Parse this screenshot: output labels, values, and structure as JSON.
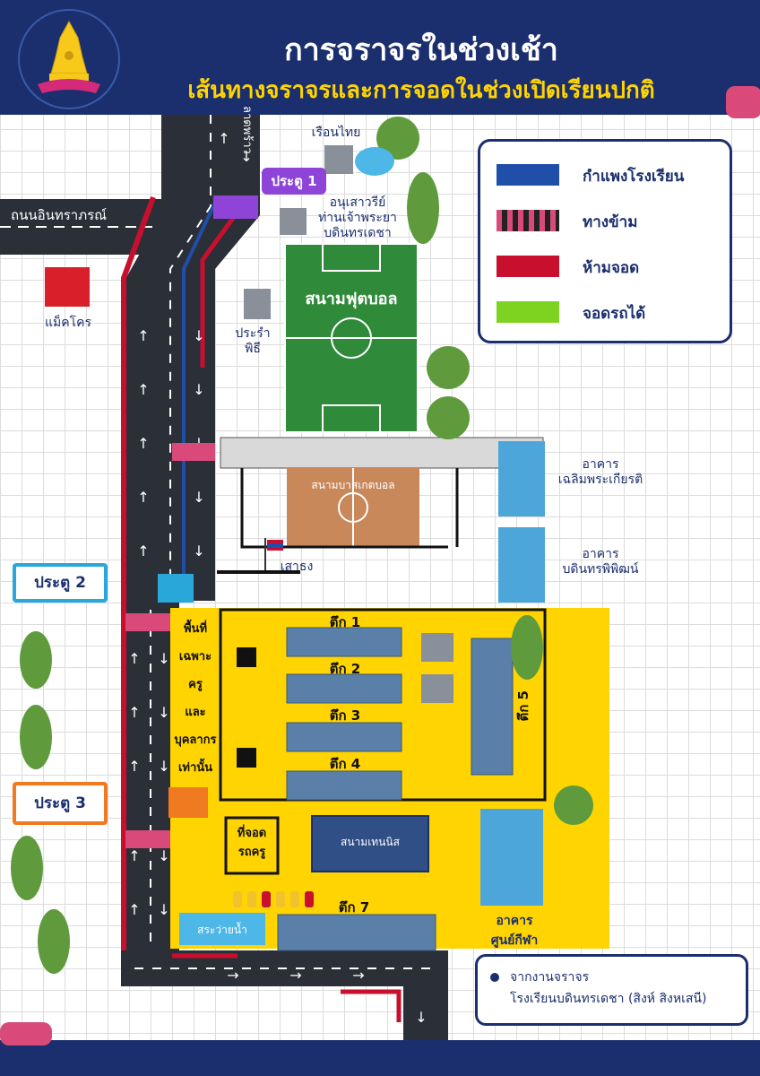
{
  "header": {
    "title": "การจราจรในช่วงเช้า",
    "subtitle": "เส้นทางจราจรและการจอดในช่วงเปิดเรียนปกติ"
  },
  "roads": {
    "north_road": "ลาดพร้าว",
    "west_road": "ถนนอินทราภรณ์"
  },
  "gates": {
    "gate1": "ประตู 1",
    "gate2": "ประตู 2",
    "gate3": "ประตู 3"
  },
  "places": {
    "thai_house": "เรือนไทย",
    "monument": "อนุเสาวรีย์\nท่านเจ้าพระยา\nบดินทรเดชา",
    "football": "สนามฟุตบอล",
    "prarachapithi": "ประรำ\nพิธี",
    "makro": "แม็คโคร",
    "basketball": "สนามบาสเกตบอล",
    "flagpole": "เสาธง",
    "chalerm": "อาคาร\nเฉลิมพระเกียรติ",
    "bodin_museum": "อาคาร\nบดินทรพิพิฒน์",
    "teacher_area": [
      "พื้นที่",
      "เฉพาะ",
      "ครู",
      "และ",
      "บุคลากร",
      "เท่านั้น"
    ],
    "b1": "ตึก 1",
    "b2": "ตึก 2",
    "b3": "ตึก 3",
    "b4": "ตึก 4",
    "b5": "ตึก 5",
    "b7": "ตึก 7",
    "teacher_parking": "ที่จอด\nรถครู",
    "tennis": "สนามเทนนิส",
    "pool": "สระว่ายน้ำ",
    "sports_center": "อาคาร\nศูนย์กีฬา"
  },
  "legend": [
    {
      "label": "กำแพงโรงเรียน",
      "color": "#1f4fa8",
      "kind": "solid"
    },
    {
      "label": "ทางข้าม",
      "color": "#d94a7a",
      "kind": "stripe"
    },
    {
      "label": "ห้ามจอด",
      "color": "#c8102e",
      "kind": "solid"
    },
    {
      "label": "จอดรถได้",
      "color": "#7ed321",
      "kind": "solid"
    }
  ],
  "credit": {
    "line1": "จากงานจราจร",
    "line2": "โรงเรียนบดินทรเดชา (สิงห์ สิงหเสนี)"
  },
  "colors": {
    "navy": "#1b2f6e",
    "yellow": "#ffd400",
    "road": "#2b2f38",
    "no_parking": "#c8102e",
    "wall": "#1f4fa8"
  }
}
